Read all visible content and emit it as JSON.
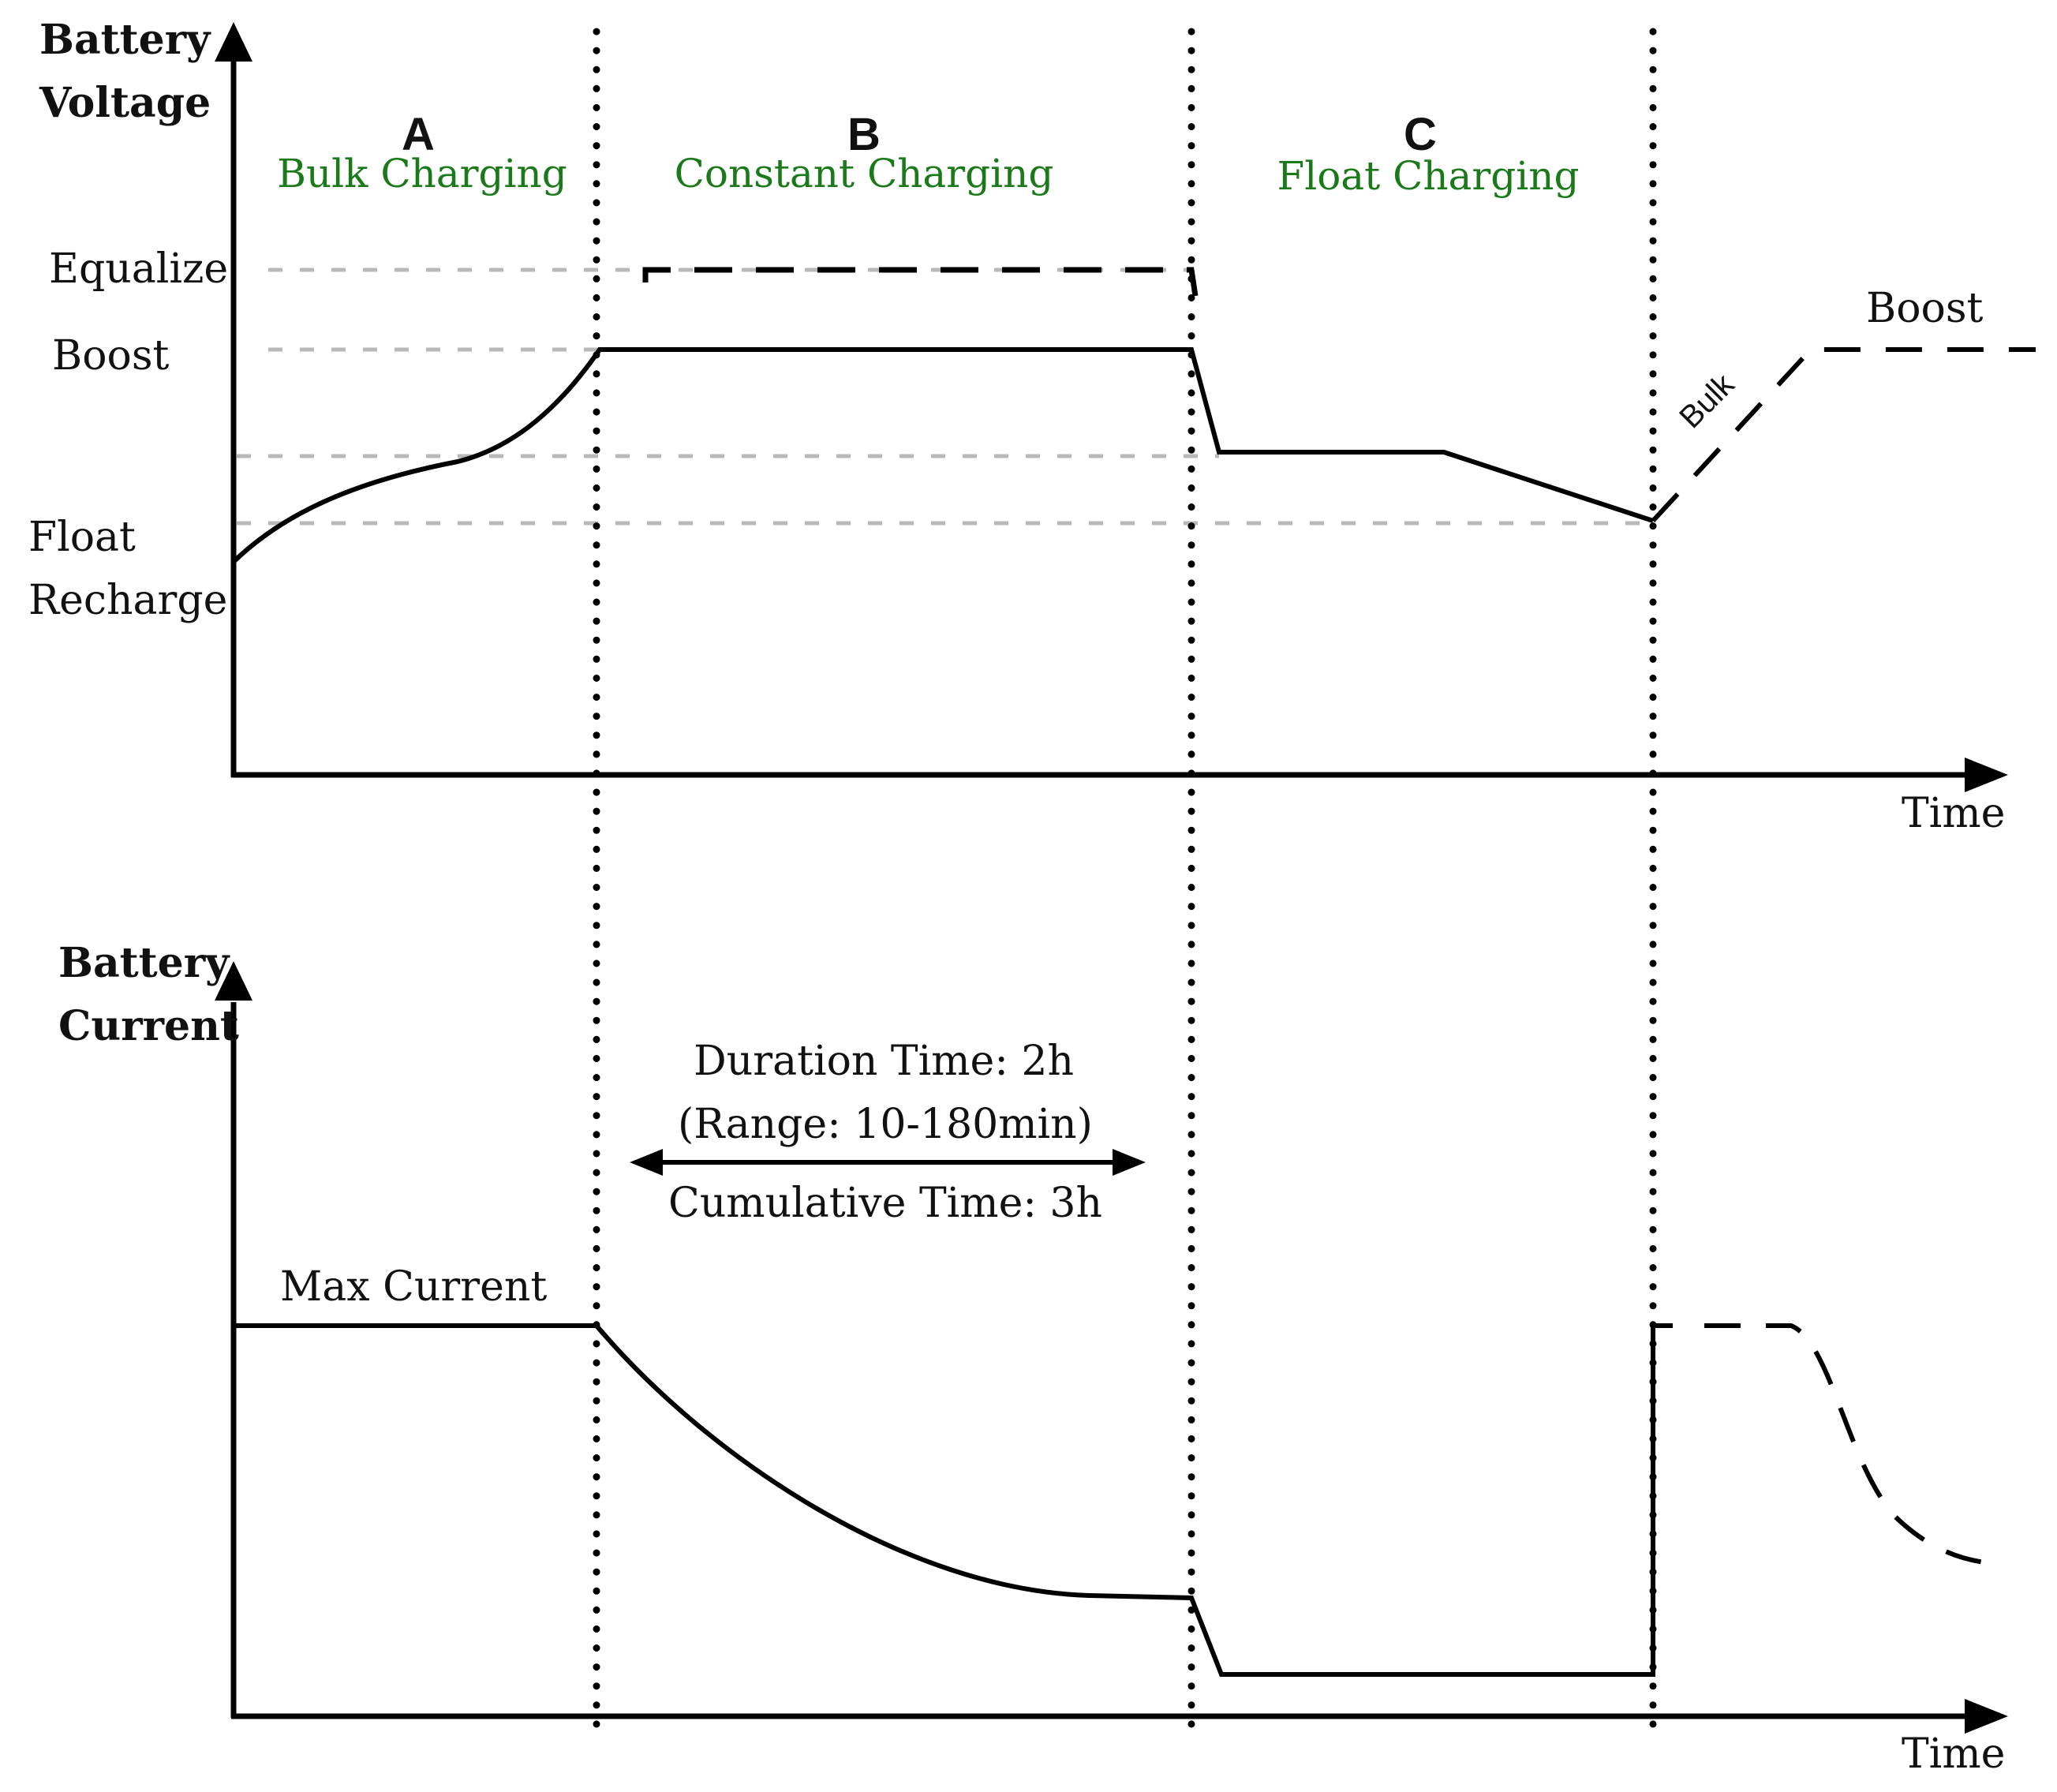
{
  "top_chart": {
    "y_axis_label": [
      "Battery",
      "Voltage"
    ],
    "x_axis_label": "Time",
    "levels": {
      "equalize": "Equalize",
      "boost": "Boost",
      "float": "Float",
      "recharge": "Recharge"
    },
    "phases": [
      {
        "letter": "A",
        "name": "Bulk Charging"
      },
      {
        "letter": "B",
        "name": "Constant Charging"
      },
      {
        "letter": "C",
        "name": "Float Charging"
      }
    ],
    "restart_labels": {
      "bulk": "Bulk",
      "boost": "Boost"
    }
  },
  "bottom_chart": {
    "y_axis_label": [
      "Battery",
      "Current"
    ],
    "x_axis_label": "Time",
    "max_current_label": "Max Current",
    "duration": {
      "line1": "Duration Time: 2h",
      "line2": "(Range: 10-180min)",
      "line3": "Cumulative Time: 3h"
    }
  },
  "colors": {
    "phase_name": "#1a7a1a",
    "curve": "#000000",
    "guide": "#b8b8b8"
  }
}
